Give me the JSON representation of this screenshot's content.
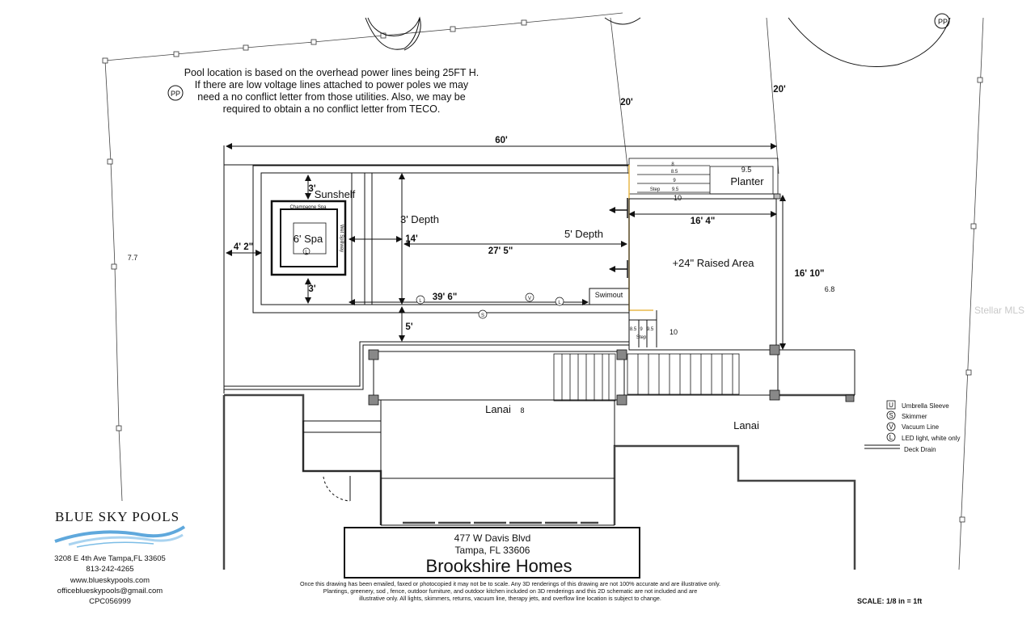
{
  "notes": {
    "power_line": [
      "Pool location is based on the overhead power lines being 25FT H.",
      "If there are low voltage lines attached to power poles we may",
      "need a no conflict letter from those utilities.  Also, we may be",
      "required to obtain a no conflict letter from TECO."
    ],
    "pp_symbol": "PP",
    "disclaimer": [
      "Once this drawing has been emailed, faxed or photocopied it may not be to scale.  Any 3D renderings of this drawing are not 100% accurate and are illustrative only.",
      "Plantings, greenery, sod ,  fence,  outdoor furniture,  and outdoor kitchen included on 3D renderings and this   2D schematic are not  included and are",
      "illustrative only.    All    lights, skimmers, returns, vacuum line, therapy jets, and overflow line   location   is subject to change."
    ],
    "scale": "SCALE:  1/8 in = 1ft",
    "watermark": "Stellar MLS"
  },
  "dimensions": {
    "setback_left": "20'",
    "setback_right": "20'",
    "overall_width": "60'",
    "spa_top": "3'",
    "spa_bottom": "3'",
    "left_offset": "4' 2\"",
    "pool_14": "14'",
    "pool_27_5": "27' 5\"",
    "pool_39_6": "39' 6\"",
    "pool_to_house": "5'",
    "raised_width": "16' 4\"",
    "raised_depth": "16' 10\"",
    "lot_left": "7.7",
    "lot_right": "6.8"
  },
  "labels": {
    "sunshelf": "Sunshelf",
    "spa": "6' Spa",
    "champagne_spa": "Champagne Spa",
    "spillway": "Wet Spillway",
    "depth_3": "3' Depth",
    "depth_5": "5' Depth",
    "swimout": "Swimout",
    "planter": "Planter",
    "raised_area": "+24\" Raised Area",
    "lanai_main": "Lanai",
    "lanai_num": "8",
    "lanai_right": "Lanai",
    "step_top": [
      "8",
      "8.5",
      "9",
      "9.5",
      "10"
    ],
    "step_word": "Step",
    "planter_95": "9.5",
    "step_side": [
      "8.5",
      "9",
      "9.5"
    ],
    "side_10": "10"
  },
  "legend": [
    {
      "symbol": "U",
      "text": "Umbrella Sleeve"
    },
    {
      "symbol": "S",
      "text": "Skimmer"
    },
    {
      "symbol": "V",
      "text": "Vacuum Line"
    },
    {
      "symbol": "L",
      "text": "LED light, white only"
    },
    {
      "symbol": "",
      "text": "Deck Drain"
    }
  ],
  "symbols": {
    "light": "L",
    "vacuum": "V",
    "skimmer": "S"
  },
  "title_block": {
    "address1": "477 W Davis Blvd",
    "address2": "Tampa, FL  33606",
    "client": "Brookshire Homes"
  },
  "company": {
    "name": "BLUE SKY POOLS",
    "address": "3208 E 4th Ave Tampa,FL  33605",
    "phone": "813-242-4265",
    "web": "www.blueskypools.com",
    "email": "officeblueskypools@gmail.com",
    "license": "CPC056999"
  },
  "colors": {
    "line": "#111111",
    "wave": "#5fa8dc",
    "wave_light": "#a9d3f0",
    "step_edge": "#e8b84a"
  }
}
